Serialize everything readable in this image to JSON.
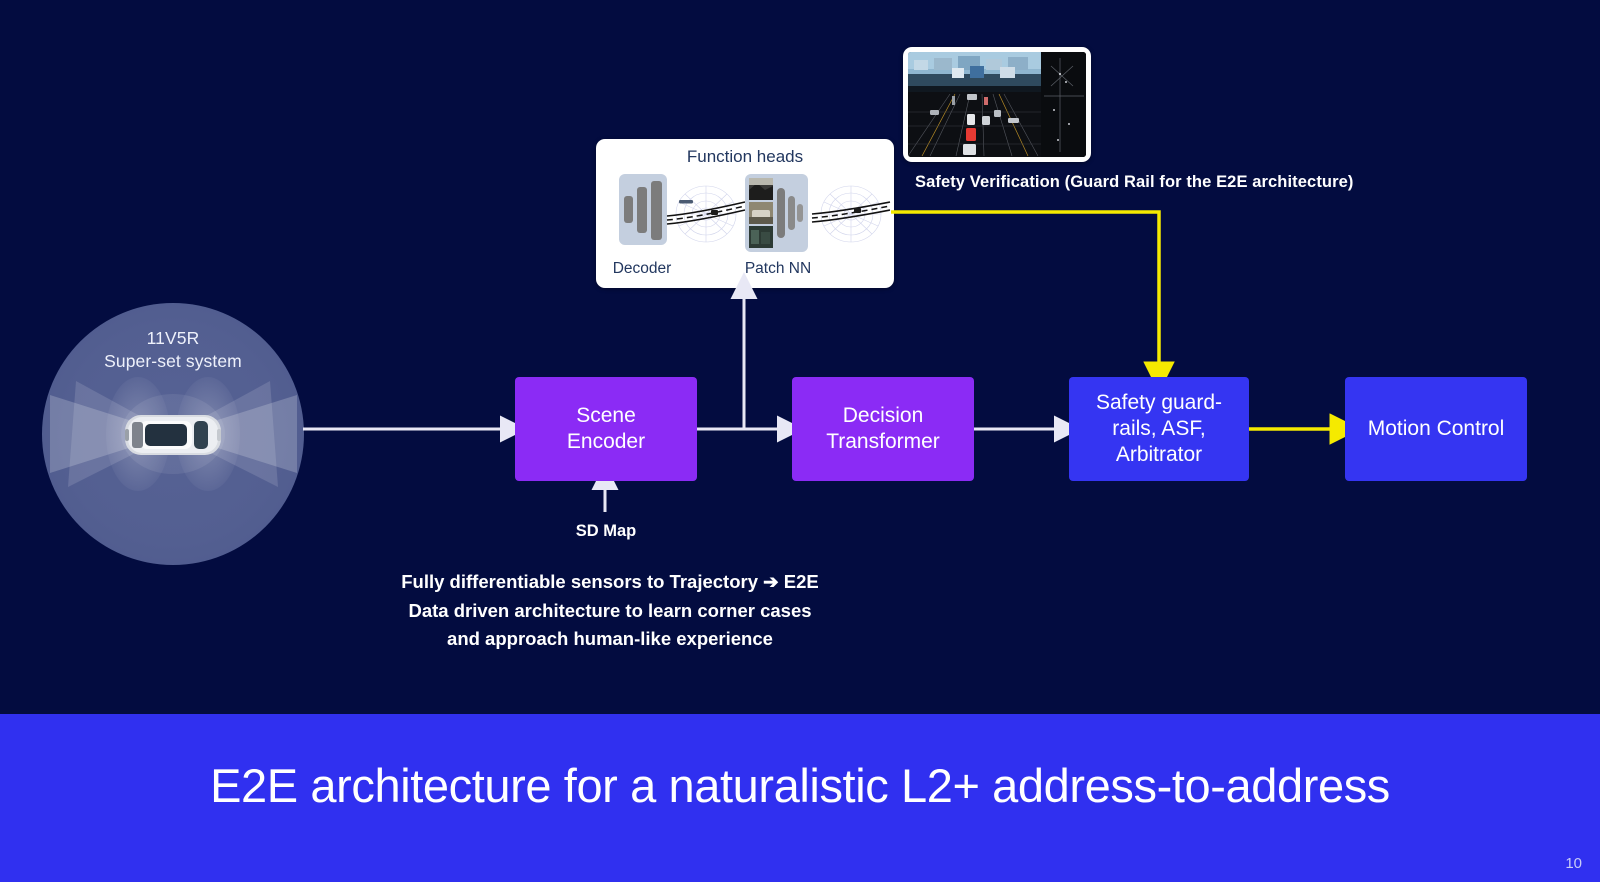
{
  "slide": {
    "background_color": "#030c40",
    "page_number": "10"
  },
  "banner": {
    "title": "E2E architecture for a naturalistic L2+ address-to-address",
    "background_color": "#3030f0",
    "text_color": "#ffffff"
  },
  "sensor_system": {
    "line1": "11V5R",
    "line2": "Super-set system",
    "halo_color": "#5a6698"
  },
  "function_heads": {
    "title": "Function heads",
    "decoder_label": "Decoder",
    "patch_nn_label": "Patch NN",
    "panel_background": "#ffffff",
    "title_color": "#22375f"
  },
  "safety_verification": {
    "label": "Safety Verification (Guard Rail for the E2E architecture)"
  },
  "pipeline": {
    "boxes": [
      {
        "id": "scene-encoder",
        "label": "Scene\nEncoder",
        "color": "#8b2bf5",
        "kind": "purple"
      },
      {
        "id": "decision-transformer",
        "label": "Decision\nTransformer",
        "color": "#8b2bf5",
        "kind": "purple"
      },
      {
        "id": "safety-guardrails",
        "label": "Safety guard-\nrails, ASF,\nArbitrator",
        "color": "#3535f2",
        "kind": "blue"
      },
      {
        "id": "motion-control",
        "label": "Motion Control",
        "color": "#3535f2",
        "kind": "blue"
      }
    ],
    "scene_encoder_label": "Scene Encoder",
    "decision_transformer_label": "Decision Transformer",
    "safety_guardrails_label": "Safety guard-rails, ASF, Arbitrator",
    "motion_control_label": "Motion Control",
    "sd_map_label": "SD Map",
    "arrow_color_default": "#e8e8f5",
    "arrow_color_highlight": "#f5ea00"
  },
  "caption": {
    "line1": "Fully differentiable sensors to Trajectory ➔ E2E",
    "line2": "Data driven architecture to learn corner cases",
    "line3": "and approach human-like experience"
  }
}
